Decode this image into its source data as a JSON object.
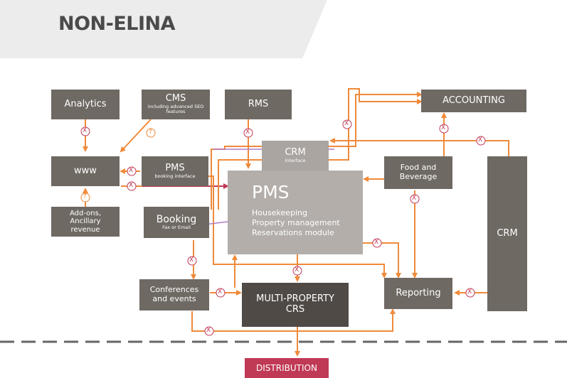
{
  "title": "NON-ELINA",
  "nodes": {
    "analytics": {
      "label": "Analytics"
    },
    "cms": {
      "label": "CMS",
      "sub": "including advanced SEO features"
    },
    "rms": {
      "label": "RMS"
    },
    "accounting": {
      "label": "ACCOUNTING"
    },
    "www": {
      "label": "www"
    },
    "pms_booking": {
      "label": "PMS",
      "sub": "booking interface"
    },
    "crm_interface": {
      "label": "CRM",
      "sub": "interface"
    },
    "food_beverage": {
      "label": "Food and Beverage"
    },
    "crm_side": {
      "label": "CRM"
    },
    "addons": {
      "label": "Add-ons, Ancillary revenue"
    },
    "booking": {
      "label": "Booking",
      "sub": "Fax or Email"
    },
    "pms_main": {
      "label": "PMS",
      "lines": [
        "Housekeeping",
        "Property management",
        "Reservations module"
      ]
    },
    "conferences": {
      "label": "Conferences and events"
    },
    "multi_property": {
      "label": "MULTI-PROPERTY CRS"
    },
    "reporting": {
      "label": "Reporting"
    },
    "distribution": {
      "label": "DISTRIBUTION"
    }
  },
  "markers": {
    "x": "X",
    "q": "?"
  },
  "colors": {
    "node": "#6f6963",
    "light_node": "#aaa5a1",
    "dark_node": "#4f4a46",
    "connector": "#ef8a3a",
    "marker": "#c03955",
    "distribution": "#c03955",
    "banner": "#ececec"
  }
}
